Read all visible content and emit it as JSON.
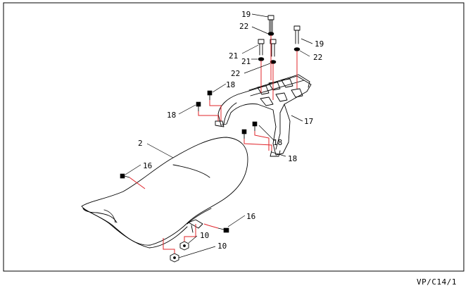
{
  "diagram": {
    "sheet_code": "VP/C14/1",
    "callouts": [
      {
        "key": "c19a",
        "label": "19"
      },
      {
        "key": "c22a",
        "label": "22"
      },
      {
        "key": "c19b",
        "label": "19"
      },
      {
        "key": "c21a",
        "label": "21"
      },
      {
        "key": "c21b",
        "label": "21"
      },
      {
        "key": "c22b",
        "label": "22"
      },
      {
        "key": "c22c",
        "label": "22"
      },
      {
        "key": "c18a",
        "label": "18"
      },
      {
        "key": "c18b",
        "label": "18"
      },
      {
        "key": "c17",
        "label": "17"
      },
      {
        "key": "c18c",
        "label": "18"
      },
      {
        "key": "c18d",
        "label": "18"
      },
      {
        "key": "c2",
        "label": "2"
      },
      {
        "key": "c16a",
        "label": "16"
      },
      {
        "key": "c16b",
        "label": "16"
      },
      {
        "key": "c10a",
        "label": "10"
      },
      {
        "key": "c10b",
        "label": "10"
      }
    ],
    "colors": {
      "ink": "#000000",
      "assembly_line": "#e0242a",
      "background": "#ffffff"
    }
  }
}
